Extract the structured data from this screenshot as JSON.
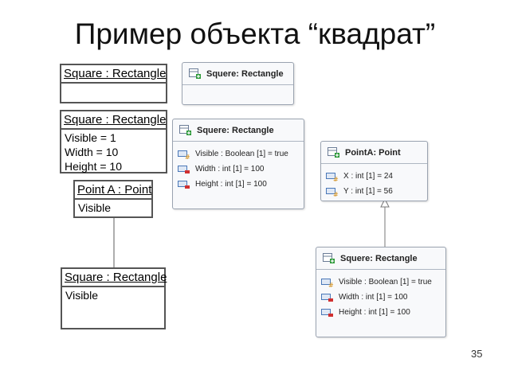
{
  "title": "Пример объекта “квадрат”",
  "page_number": "35",
  "hand_boxes": {
    "square_empty": {
      "header": "Square : Rectangle"
    },
    "square_values": {
      "header": "Square : Rectangle",
      "lines": [
        "Visible  = 1",
        "Width = 10",
        "Height = 10"
      ]
    },
    "point": {
      "header": "Point A : Point",
      "lines": [
        "Visible"
      ]
    },
    "square_visible": {
      "header": "Square : Rectangle",
      "lines": [
        "Visible"
      ]
    }
  },
  "uml_boxes": {
    "squere_empty": {
      "header": "Squere: Rectangle"
    },
    "squere_attrs": {
      "header": "Squere: Rectangle",
      "rows": [
        "Visible : Boolean [1] = true",
        "Width : int [1] = 100",
        "Height : int [1] = 100"
      ]
    },
    "point": {
      "header": "PointA: Point",
      "rows": [
        "X : int [1] = 24",
        "Y : int [1] = 56"
      ]
    },
    "squere_bottom": {
      "header": "Squere: Rectangle",
      "rows": [
        "Visible : Boolean [1] = true",
        "Width : int [1] = 100",
        "Height : int [1] = 100"
      ]
    }
  },
  "colors": {
    "icon_green": "#2e9a3a",
    "icon_red": "#d03030",
    "icon_blue": "#4a78b8",
    "box_border": "#9aa3b0"
  }
}
